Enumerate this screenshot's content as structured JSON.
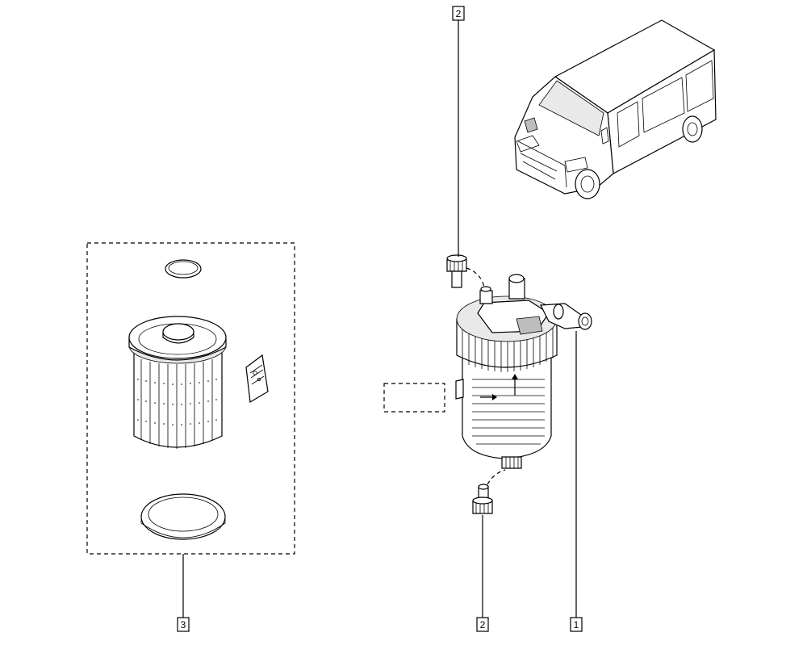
{
  "callouts": {
    "top_injector": "2",
    "bottom_drain": "2",
    "filter_housing": "1",
    "filter_kit": "3"
  }
}
